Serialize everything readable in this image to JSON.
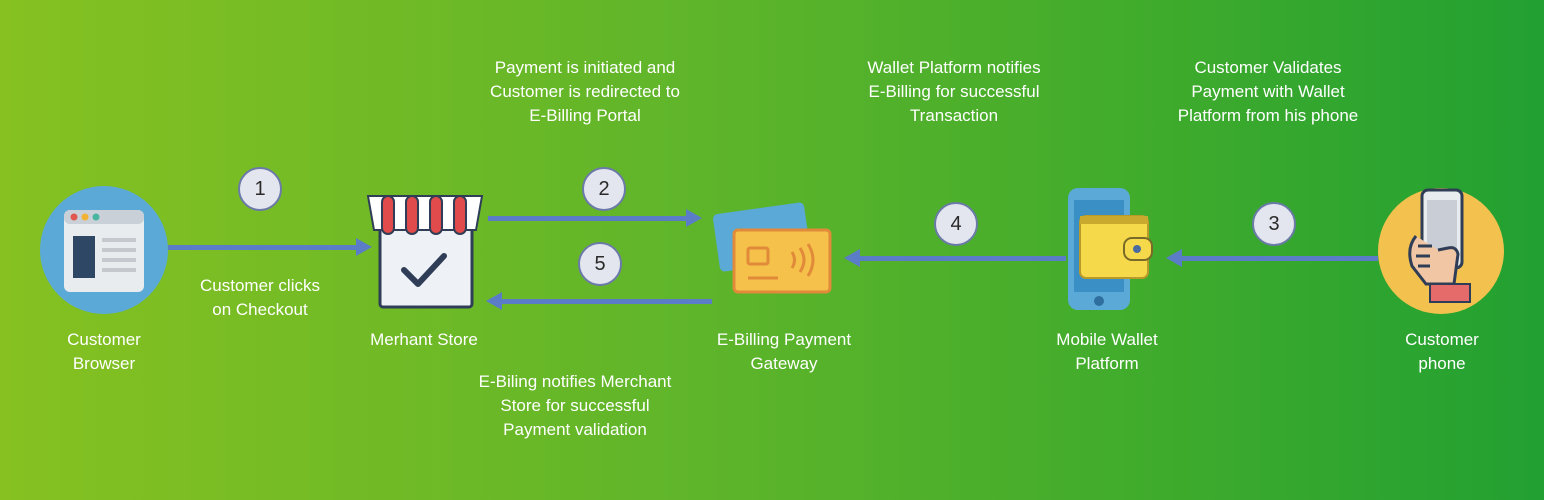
{
  "nodes": {
    "customer_browser": {
      "line1": "Customer",
      "line2": "Browser"
    },
    "merchant_store": {
      "label": "Merhant Store"
    },
    "ebilling_gateway": {
      "line1": "E-Billing Payment",
      "line2": "Gateway"
    },
    "mobile_wallet": {
      "line1": "Mobile Wallet",
      "line2": "Platform"
    },
    "customer_phone": {
      "line1": "Customer",
      "line2": "phone"
    }
  },
  "steps": {
    "s1": {
      "num": "1",
      "line1": "Customer clicks",
      "line2": "on Checkout"
    },
    "s2": {
      "num": "2",
      "line1": "Payment is initiated and",
      "line2": "Customer is redirected to",
      "line3": "E-Billing Portal"
    },
    "s3": {
      "num": "3",
      "line1": "Customer Validates",
      "line2": "Payment with Wallet",
      "line3": "Platform from his phone"
    },
    "s4": {
      "num": "4",
      "line1": "Wallet Platform notifies",
      "line2": "E-Billing for successful",
      "line3": "Transaction"
    },
    "s5": {
      "num": "5",
      "line1": "E-Biling notifies Merchant",
      "line2": "Store for successful",
      "line3": "Payment validation"
    }
  },
  "icons": {
    "customer_browser": "browser-window-icon",
    "merchant_store": "storefront-icon",
    "ebilling_gateway": "payment-cards-icon",
    "mobile_wallet": "mobile-wallet-icon",
    "customer_phone": "hand-holding-phone-icon"
  },
  "colors": {
    "background_start": "#86c121",
    "background_end": "#22a032",
    "arrow": "#5b7cc7",
    "step_circle": "#e3e6ee"
  }
}
